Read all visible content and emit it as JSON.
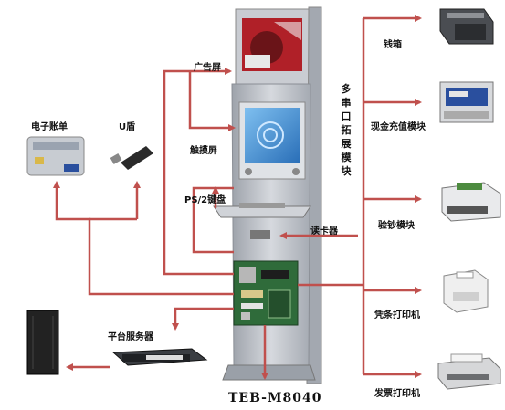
{
  "labels": {
    "ad_screen": "广告屏",
    "touch_screen": "触摸屏",
    "keyboard": "PS/2键盘",
    "card_reader": "读卡器",
    "e_bill": "电子账单",
    "u_shield": "U盾",
    "platform_server": "平台服务器",
    "serial_module": "多串口拓展模块",
    "cash_box": "钱箱",
    "cash_recharge": "现金充值模块",
    "bill_validator": "验钞模块",
    "receipt_printer": "凭条打印机",
    "invoice_printer": "发票打印机",
    "model": "TEB-M8040"
  },
  "colors": {
    "arrow": "#c0504d",
    "kiosk_body": "#b8bcc4",
    "screen_blue": "#3a8fd8",
    "motherboard": "#2f6b3a"
  }
}
